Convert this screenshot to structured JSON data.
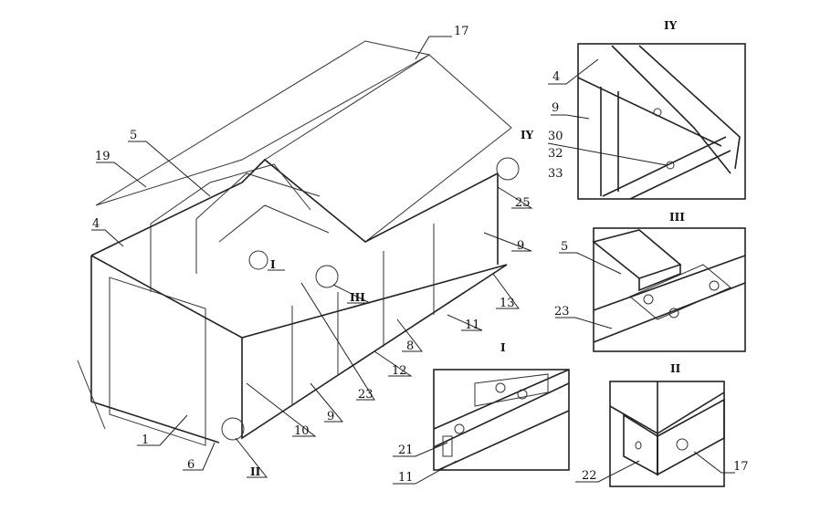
{
  "labels": [
    "17",
    "5",
    "19",
    "4",
    "I",
    "III",
    "23",
    "12",
    "10",
    "9",
    "1",
    "6",
    "II",
    "8",
    "11",
    "13",
    "9",
    "25",
    "IY"
  ],
  "insets": {
    "iy": {
      "title": "IY",
      "labels": [
        "4",
        "9",
        "30",
        "32",
        "33"
      ]
    },
    "iii": {
      "title": "III",
      "labels": [
        "5",
        "23"
      ]
    },
    "i": {
      "title": "I",
      "labels": [
        "21",
        "11"
      ]
    },
    "ii": {
      "title": "II",
      "labels": [
        "22",
        "17"
      ]
    }
  }
}
